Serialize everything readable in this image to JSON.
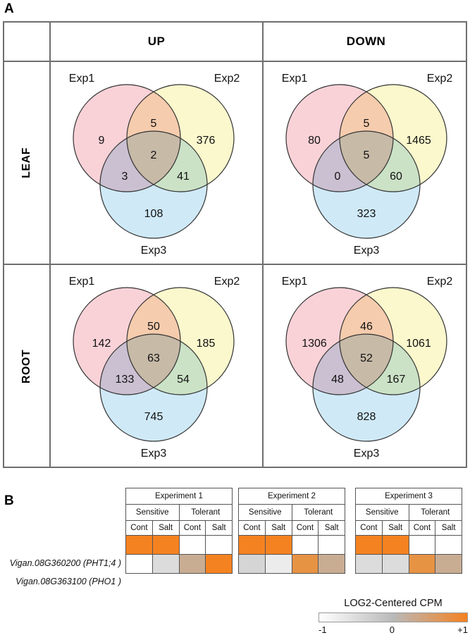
{
  "panels": {
    "a_label": "A",
    "b_label": "B"
  },
  "panel_a": {
    "column_headers": [
      "UP",
      "DOWN"
    ],
    "row_headers": [
      "LEAF",
      "ROOT"
    ],
    "set_labels": {
      "exp1": "Exp1",
      "exp2": "Exp2",
      "exp3": "Exp3"
    },
    "colors": {
      "exp1_fill": "#f9d2d8",
      "exp2_fill": "#fbf8cd",
      "exp3_fill": "#cfe9f7",
      "stroke": "#333333",
      "grid": "#6e6e6e"
    },
    "venns": [
      {
        "id": "leaf-up",
        "tissue": "LEAF",
        "direction": "UP",
        "regions": {
          "exp1_only": "9",
          "exp2_only": "376",
          "exp3_only": "108",
          "exp1_exp2": "5",
          "exp1_exp3": "3",
          "exp2_exp3": "41",
          "all_three": "2"
        }
      },
      {
        "id": "leaf-down",
        "tissue": "LEAF",
        "direction": "DOWN",
        "regions": {
          "exp1_only": "80",
          "exp2_only": "1465",
          "exp3_only": "323",
          "exp1_exp2": "5",
          "exp1_exp3": "0",
          "exp2_exp3": "60",
          "all_three": "5"
        }
      },
      {
        "id": "root-up",
        "tissue": "ROOT",
        "direction": "UP",
        "regions": {
          "exp1_only": "142",
          "exp2_only": "185",
          "exp3_only": "745",
          "exp1_exp2": "50",
          "exp1_exp3": "133",
          "exp2_exp3": "54",
          "all_three": "63"
        }
      },
      {
        "id": "root-down",
        "tissue": "ROOT",
        "direction": "DOWN",
        "regions": {
          "exp1_only": "1306",
          "exp2_only": "1061",
          "exp3_only": "828",
          "exp1_exp2": "46",
          "exp1_exp3": "48",
          "exp2_exp3": "167",
          "all_three": "52"
        }
      }
    ]
  },
  "panel_b": {
    "gene_rows": [
      {
        "id": "gene-pht14",
        "label": "Vigan.08G360200 (PHT1;4 )"
      },
      {
        "id": "gene-pho1",
        "label": "Vigan.08G363100 (PHO1 )"
      }
    ],
    "experiments": [
      {
        "title": "Experiment 1",
        "groups": [
          "Sensitive",
          "Tolerant"
        ],
        "conditions": [
          "Cont",
          "Salt",
          "Cont",
          "Salt"
        ],
        "values": [
          [
            "#f58220",
            "#f58220",
            "#ffffff",
            "#ffffff"
          ],
          [
            "#ffffff",
            "#dcdcdc",
            "#c9ad93",
            "#f58220"
          ]
        ]
      },
      {
        "title": "Experiment 2",
        "groups": [
          "Sensitive",
          "Tolerant"
        ],
        "conditions": [
          "Cont",
          "Salt",
          "Cont",
          "Salt"
        ],
        "values": [
          [
            "#f58220",
            "#f58220",
            "#ffffff",
            "#ffffff"
          ],
          [
            "#d5d5d5",
            "#ececec",
            "#e79344",
            "#c9ad93"
          ]
        ]
      },
      {
        "title": "Experiment 3",
        "groups": [
          "Sensitive",
          "Tolerant"
        ],
        "conditions": [
          "Cont",
          "Salt",
          "Cont",
          "Salt"
        ],
        "values": [
          [
            "#f58220",
            "#f58220",
            "#ffffff",
            "#ffffff"
          ],
          [
            "#dcdcdc",
            "#dcdcdc",
            "#e79344",
            "#c9ad93"
          ]
        ]
      }
    ],
    "legend": {
      "title": "LOG2-Centered CPM",
      "min_label": "-1",
      "mid_label": "0",
      "max_label": "+1",
      "gradient_from": "#ffffff",
      "gradient_mid": "#b9b9b9",
      "gradient_to": "#f58220"
    }
  },
  "chart_data": {
    "type": "table",
    "title": "Differentially expressed gene overlap across three experiments and heatmap of phosphate transporter genes",
    "venn_diagrams": [
      {
        "tissue": "LEAF",
        "direction": "UP",
        "sets": [
          "Exp1",
          "Exp2",
          "Exp3"
        ],
        "exp1_only": 9,
        "exp2_only": 376,
        "exp3_only": 108,
        "exp1_exp2": 5,
        "exp1_exp3": 3,
        "exp2_exp3": 41,
        "all_three": 2
      },
      {
        "tissue": "LEAF",
        "direction": "DOWN",
        "sets": [
          "Exp1",
          "Exp2",
          "Exp3"
        ],
        "exp1_only": 80,
        "exp2_only": 1465,
        "exp3_only": 323,
        "exp1_exp2": 5,
        "exp1_exp3": 0,
        "exp2_exp3": 60,
        "all_three": 5
      },
      {
        "tissue": "ROOT",
        "direction": "UP",
        "sets": [
          "Exp1",
          "Exp2",
          "Exp3"
        ],
        "exp1_only": 142,
        "exp2_only": 185,
        "exp3_only": 745,
        "exp1_exp2": 50,
        "exp1_exp3": 133,
        "exp2_exp3": 54,
        "all_three": 63
      },
      {
        "tissue": "ROOT",
        "direction": "DOWN",
        "sets": [
          "Exp1",
          "Exp2",
          "Exp3"
        ],
        "exp1_only": 1306,
        "exp2_only": 1061,
        "exp3_only": 828,
        "exp1_exp2": 46,
        "exp1_exp3": 48,
        "exp2_exp3": 167,
        "all_three": 52
      }
    ],
    "heatmap": {
      "rows": [
        "Vigan.08G360200 (PHT1;4 )",
        "Vigan.08G363100 (PHO1 )"
      ],
      "columns": [
        "Exp1 Sensitive Cont",
        "Exp1 Sensitive Salt",
        "Exp1 Tolerant Cont",
        "Exp1 Tolerant Salt",
        "Exp2 Sensitive Cont",
        "Exp2 Sensitive Salt",
        "Exp2 Tolerant Cont",
        "Exp2 Tolerant Salt",
        "Exp3 Sensitive Cont",
        "Exp3 Sensitive Salt",
        "Exp3 Tolerant Cont",
        "Exp3 Tolerant Salt"
      ],
      "scale_label": "LOG2-Centered CPM",
      "scale_ticks": [
        "-1",
        "0",
        "+1"
      ],
      "scale_range": [
        -1,
        1
      ]
    }
  }
}
